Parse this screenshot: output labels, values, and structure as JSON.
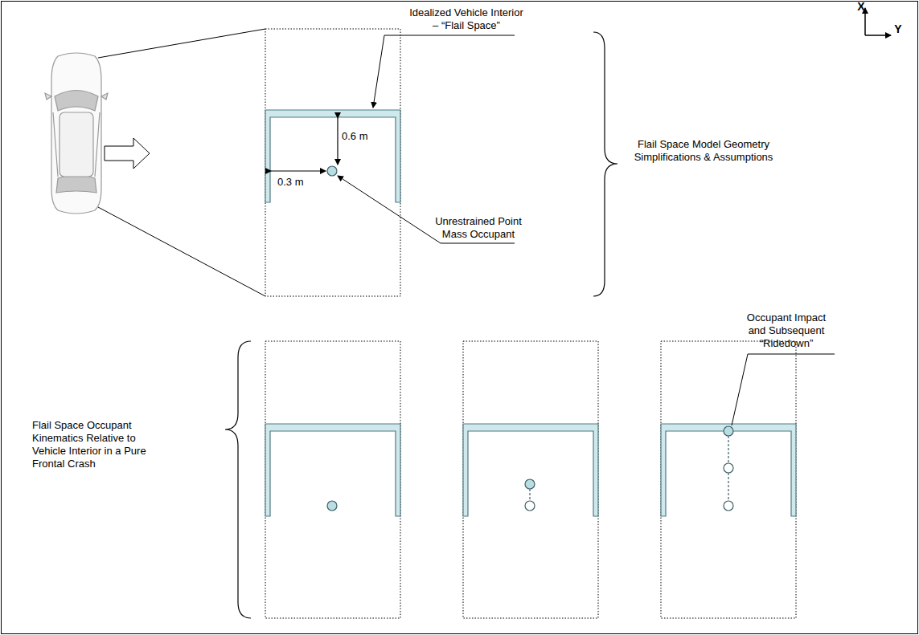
{
  "diagram": {
    "labels": [
      "Idealized Vehicle Interior – “Flail Space”",
      "0.6 m",
      "0.3 m",
      "Unrestrained Point Mass Occupant",
      "Flail Space Model Geometry Simplifications & Assumptions",
      "X",
      "Y",
      "Flail Space Occupant Kinematics Relative to Vehicle Interior in a Pure Frontal Crash",
      "Occupant Impact and Subsequent “Ridedown”"
    ]
  }
}
